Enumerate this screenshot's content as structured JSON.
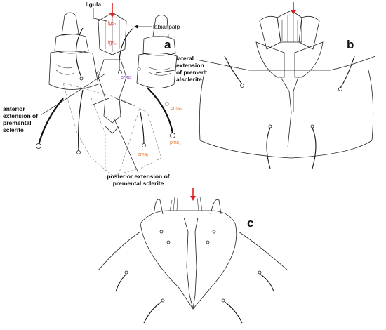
{
  "panels": {
    "a": "a",
    "b": "b",
    "c": "c"
  },
  "labels": {
    "ligula": "ligula",
    "labial_palp": "labial palp",
    "lateral_extension_1": "lateral",
    "lateral_extension_2": "extension",
    "lateral_extension_3": "of prement",
    "lateral_extension_4": "alsclerite",
    "anterior_extension_1": "anterior",
    "anterior_extension_2": "extension of",
    "anterior_extension_3": "premental",
    "anterior_extension_4": "sclerite",
    "posterior_extension_1": "posterior extension of",
    "posterior_extension_2": "premental sclerite"
  },
  "setae_labels": {
    "lgs1": "lgs₁",
    "lgs2": "lgs₂",
    "prms": "prms",
    "pms1": "pms₁",
    "pms2": "pms₂",
    "pms3": "pms₃"
  },
  "colors": {
    "arrow": "#e02020",
    "ligula_setae": "#e83b3b",
    "premental_setae": "#e8742a",
    "prms": "#8c3fc4"
  }
}
